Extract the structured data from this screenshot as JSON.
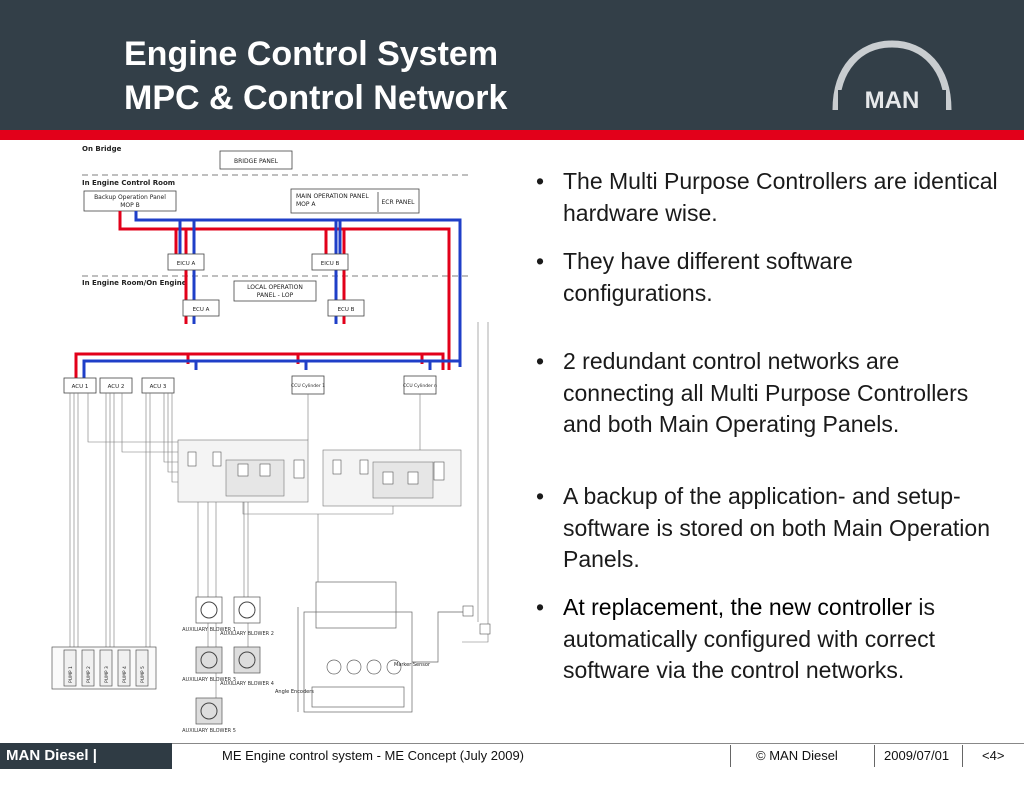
{
  "header": {
    "title_line1": "Engine Control System",
    "title_line2": "MPC & Control Network",
    "logo_text": "MAN"
  },
  "diagram": {
    "zones": [
      "On Bridge",
      "In Engine Control Room",
      "In Engine Room/On Engine"
    ],
    "panels": {
      "bridge": "BRIDGE PANEL",
      "backup_line1": "Backup Operation Panel",
      "backup_line2": "MOP B",
      "main_line1": "MAIN OPERATION PANEL",
      "main_line2": "MOP A",
      "ecr": "ECR PANEL",
      "local_line1": "LOCAL OPERATION",
      "local_line2": "PANEL - LOP"
    },
    "units": {
      "eicu_a": "EICU A",
      "eicu_b": "EICU B",
      "ecu_a": "ECU A",
      "ecu_b": "ECU B",
      "acu_1": "ACU 1",
      "acu_2": "ACU 2",
      "acu_3": "ACU 3",
      "ccu_1": "CCU Cylinder 1",
      "ccu_n": "CCU Cylinder n"
    },
    "blowers": [
      "AUXILIARY BLOWER 1",
      "AUXILIARY BLOWER 2",
      "AUXILIARY BLOWER 3",
      "AUXILIARY BLOWER 4",
      "AUXILIARY BLOWER 5"
    ],
    "pumps": [
      "PUMP 1",
      "PUMP 2",
      "PUMP 3",
      "PUMP 4",
      "PUMP 5"
    ],
    "sensors": {
      "marker": "Marker Sensor",
      "angle": "Angle Encoders"
    },
    "colors": {
      "network_a": "#e2001a",
      "network_b": "#1f3fc8"
    }
  },
  "bullets": [
    {
      "text": "The Multi Purpose Controllers are identical hardware wise."
    },
    {
      "text": "They have different software configurations."
    },
    {
      "text": "2 redundant control networks are connecting all Multi Purpose Controllers and both Main Operating Panels."
    },
    {
      "text": "A backup of the application- and setup- software is stored on both Main Operation Panels."
    },
    {
      "bold": "At replacement, the new controller",
      "text": "is automatically configured with correct software via the control networks."
    }
  ],
  "footer": {
    "brand": "MAN Diesel | PrimeServ",
    "presentation": "ME Engine control system - ME Concept (July 2009)",
    "company": "© MAN Diesel",
    "date": "2009/07/01",
    "page": "<4>"
  }
}
